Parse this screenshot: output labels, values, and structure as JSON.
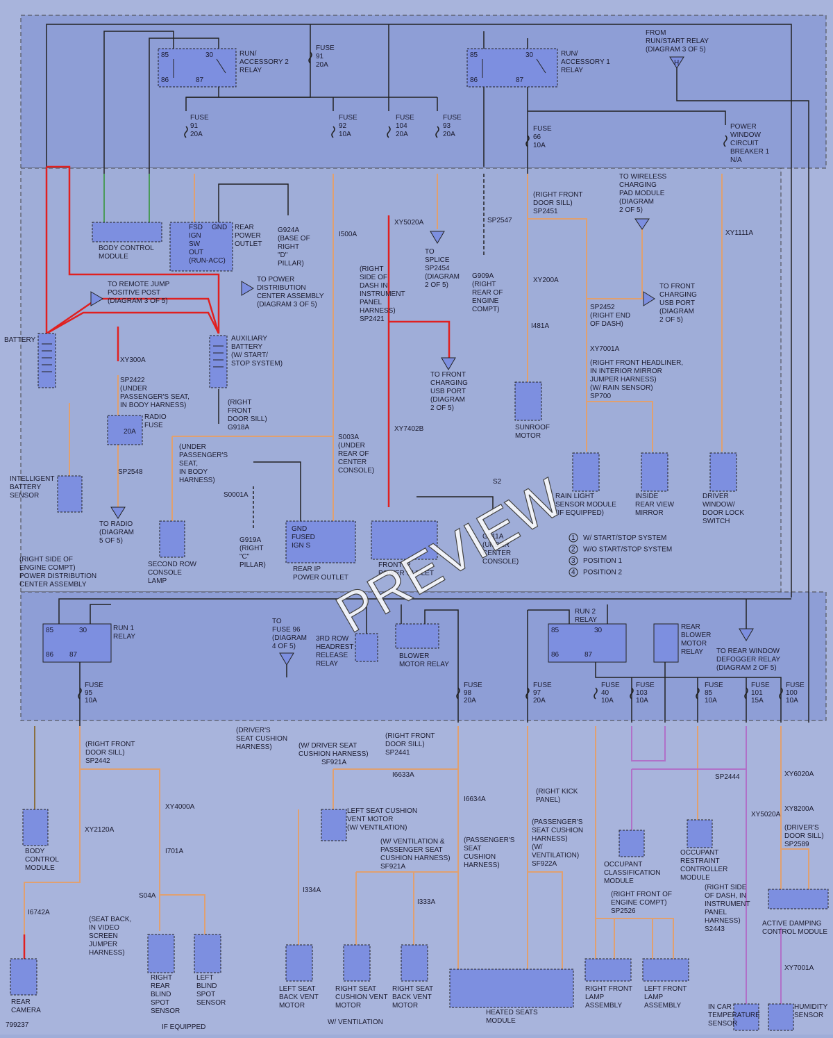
{
  "diagram_id": "799237",
  "watermark": "PREVIEW",
  "colors": {
    "page_bg": "#9fadd8",
    "pdc_bg": "#8e9ed6",
    "component_fill": "#7d8fe0",
    "wire_red": "#e02020",
    "wire_pink_yellow": "#e0a070",
    "wire_black": "#222222",
    "wire_green_blue": "#4a9a5a",
    "wire_pink_blue": "#b070c8",
    "wire_brown_orange": "#8a7040"
  },
  "top_labels": {
    "run_acc2_relay": [
      "RUN/",
      "ACCESSORY 2",
      "RELAY"
    ],
    "run_acc1_relay": [
      "RUN/",
      "ACCESSORY 1",
      "RELAY"
    ],
    "from_run_start": [
      "FROM",
      "RUN/START RELAY",
      "(DIAGRAM 3 OF 5)"
    ],
    "fuse91_top": [
      "FUSE",
      "91",
      "20A"
    ],
    "fuse91_low": [
      "FUSE",
      "91",
      "20A"
    ],
    "fuse92": [
      "FUSE",
      "92",
      "10A"
    ],
    "fuse104": [
      "FUSE",
      "104",
      "20A"
    ],
    "fuse93": [
      "FUSE",
      "93",
      "20A"
    ],
    "fuse66": [
      "FUSE",
      "66",
      "10A"
    ],
    "pw_breaker": [
      "POWER",
      "WINDOW",
      "CIRCUIT",
      "BREAKER 1",
      "N/A"
    ]
  },
  "upper_labels": {
    "body_control_module": [
      "BODY CONTROL",
      "MODULE"
    ],
    "rear_power_outlet": [
      "REAR",
      "POWER",
      "OUTLET"
    ],
    "fsd_box": [
      "FSD",
      "IGN",
      "SW",
      "OUT",
      "(RUN-ACC)"
    ],
    "gnd": "GND",
    "g924a": [
      "G924A",
      "(BASE OF",
      "RIGHT",
      "\"D\"",
      "PILLAR)"
    ],
    "i500a": "I500A",
    "xy5020a": "XY5020A",
    "right_side_dash": [
      "(RIGHT",
      "SIDE OF",
      "DASH IN",
      "INSTRUMENT",
      "PANEL",
      "HARNESS)",
      "SP2421"
    ],
    "to_splice": [
      "TO",
      "SPLICE",
      "SP2454",
      "(DIAGRAM",
      "2 OF 5)"
    ],
    "sp2547": "SP2547",
    "g909a": [
      "G909A",
      "(RIGHT",
      "REAR OF",
      "ENGINE",
      "COMPT)"
    ],
    "right_front_door_sill": [
      "(RIGHT FRONT",
      "DOOR SILL)",
      "SP2451"
    ],
    "wireless_charging": [
      "TO WIRELESS",
      "CHARGING",
      "PAD MODULE",
      "(DIAGRAM",
      "2 OF 5)"
    ],
    "xy1111a": "XY1111A",
    "xy200a": "XY200A",
    "i481a": "I481A",
    "sp2452": [
      "SP2452",
      "(RIGHT END",
      "OF DASH)"
    ],
    "to_front_charging_usb": [
      "TO FRONT",
      "CHARGING",
      "USB PORT",
      "(DIAGRAM",
      "2 OF 5)"
    ],
    "xy7001a": "XY7001A",
    "headliner": [
      "(RIGHT FRONT HEADLINER,",
      "IN INTERIOR MIRROR",
      "JUMPER HARNESS)",
      "(W/ RAIN SENSOR)",
      "SP700"
    ],
    "sunroof_motor": [
      "SUNROOF",
      "MOTOR"
    ],
    "rain_light": [
      "RAIN LIGHT",
      "SENSOR MODULE",
      "(IF EQUIPPED)"
    ],
    "inside_mirror": [
      "INSIDE",
      "REAR VIEW",
      "MIRROR"
    ],
    "driver_window": [
      "DRIVER",
      "WINDOW/",
      "DOOR LOCK",
      "SWITCH"
    ],
    "to_front_usb_2": [
      "TO FRONT",
      "CHARGING",
      "USB PORT",
      "(DIAGRAM",
      "2 OF 5)"
    ],
    "xy7402b": "XY7402B",
    "battery": "BATTERY",
    "to_remote_jump": [
      "TO REMOTE JUMP",
      "POSITIVE POST",
      "(DIAGRAM 3 OF 5)"
    ],
    "to_power_dist": [
      "TO POWER",
      "DISTRIBUTION",
      "CENTER ASSEMBLY",
      "(DIAGRAM 3 OF 5)"
    ],
    "aux_battery": [
      "AUXILIARY",
      "BATTERY",
      "(W/ START/",
      "STOP SYSTEM)"
    ],
    "g918a": [
      "(RIGHT",
      "FRONT",
      "DOOR SILL)",
      "G918A"
    ],
    "xy300a": "XY300A",
    "sp2422": [
      "SP2422",
      "(UNDER",
      "PASSENGER'S SEAT,",
      "IN BODY HARNESS)"
    ],
    "radio_fuse": [
      "RADIO",
      "FUSE"
    ],
    "radio_fuse_value": "20A",
    "intelligent_battery": [
      "INTELLIGENT",
      "BATTERY",
      "SENSOR"
    ],
    "sp2548": "SP2548",
    "to_radio": [
      "TO RADIO",
      "(DIAGRAM",
      "5 OF 5)"
    ],
    "under_pass_seat": [
      "(UNDER",
      "PASSENGER'S",
      "SEAT,",
      "IN BODY",
      "HARNESS)"
    ],
    "second_row_lamp": [
      "SECOND ROW",
      "CONSOLE",
      "LAMP"
    ],
    "s003a": [
      "S003A",
      "(UNDER",
      "REAR OF",
      "CENTER",
      "CONSOLE)"
    ],
    "s0001a": "S0001A",
    "g919a": [
      "G919A",
      "(RIGHT",
      "\"C\"",
      "PILLAR)"
    ],
    "rear_ip_box": [
      "GND",
      "FUSED",
      "IGN S"
    ],
    "rear_ip_outlet": [
      "REAR IP",
      "POWER OUTLET"
    ],
    "front_ip_outlet": [
      "FRONT IP",
      "POWER OUTLET"
    ],
    "g911a": [
      "G911A",
      "(UNDER",
      "CENTER",
      "CONSOLE)"
    ],
    "s2x": "S2",
    "legend": [
      "W/ START/STOP SYSTEM",
      "W/O START/STOP SYSTEM",
      "POSITION 1",
      "POSITION 2"
    ],
    "pdc_caption": [
      "(RIGHT SIDE OF",
      "ENGINE COMPT)",
      "POWER DISTRIBUTION",
      "CENTER ASSEMBLY"
    ]
  },
  "pdc_lower_labels": {
    "run1_relay": [
      "RUN 1",
      "RELAY"
    ],
    "to_fuse96": [
      "TO",
      "FUSE 96",
      "(DIAGRAM",
      "4 OF 5)"
    ],
    "headrest_relay": [
      "3RD ROW",
      "HEADREST",
      "RELEASE",
      "RELAY"
    ],
    "blower_relay": [
      "BLOWER",
      "MOTOR RELAY"
    ],
    "run2_relay": [
      "RUN 2",
      "RELAY"
    ],
    "rear_blower_relay": [
      "REAR",
      "BLOWER",
      "MOTOR",
      "RELAY"
    ],
    "to_rear_window": [
      "TO REAR WINDOW",
      "DEFOGGER RELAY",
      "(DIAGRAM 2 OF 5)"
    ],
    "fuses": [
      [
        "FUSE",
        "95",
        "10A"
      ],
      [
        "FUSE",
        "98",
        "20A"
      ],
      [
        "FUSE",
        "97",
        "20A"
      ],
      [
        "FUSE",
        "40",
        "10A"
      ],
      [
        "FUSE",
        "103",
        "10A"
      ],
      [
        "FUSE",
        "85",
        "10A"
      ],
      [
        "FUSE",
        "101",
        "15A"
      ],
      [
        "FUSE",
        "100",
        "10A"
      ]
    ]
  },
  "lower_labels": {
    "bcm": [
      "BODY",
      "CONTROL",
      "MODULE"
    ],
    "sp2442": [
      "(RIGHT FRONT",
      "DOOR SILL)",
      "SP2442"
    ],
    "xy2120a": "XY2120A",
    "xy4000a": "XY4000A",
    "i701a": "I701A",
    "i6742a": "I6742A",
    "s04a": "S04A",
    "seat_back": [
      "(SEAT BACK,",
      "IN VIDEO",
      "SCREEN",
      "JUMPER",
      "HARNESS)"
    ],
    "rear_camera": [
      "REAR",
      "CAMERA"
    ],
    "right_blind": [
      "RIGHT",
      "REAR",
      "BLIND",
      "SPOT",
      "SENSOR"
    ],
    "left_blind": [
      "LEFT",
      "BLIND",
      "SPOT",
      "SENSOR"
    ],
    "if_equipped": "IF EQUIPPED",
    "driver_cushion": [
      "(DRIVER'S",
      "SEAT CUSHION",
      "HARNESS)"
    ],
    "w_driver_seat": [
      "(W/ DRIVER SEAT",
      "CUSHION HARNESS)"
    ],
    "sf921a": "SF921A",
    "i6633a": "I6633A",
    "sp2441": [
      "(RIGHT FRONT",
      "DOOR SILL)",
      "SP2441"
    ],
    "left_cushion_motor": [
      "LEFT SEAT CUSHION",
      "VENT MOTOR",
      "(W/ VENTILATION)"
    ],
    "i6634a": "I6634A",
    "w_ventilation_harness": [
      "(W/ VENTILATION &",
      "PASSENGER SEAT",
      "CUSHION HARNESS)",
      "SF921A"
    ],
    "pass_cushion": [
      "(PASSENGER'S",
      "SEAT",
      "CUSHION",
      "HARNESS)"
    ],
    "pass_cushion2": [
      "(PASSENGER'S",
      "SEAT CUSHION",
      "HARNESS)",
      "(W/",
      "VENTILATION)",
      "SF922A"
    ],
    "i334a": "I334A",
    "i333a": "I333A",
    "left_back_vent": [
      "LEFT SEAT",
      "BACK VENT",
      "MOTOR"
    ],
    "right_cushion_vent": [
      "RIGHT SEAT",
      "CUSHION VENT",
      "MOTOR"
    ],
    "right_back_vent": [
      "RIGHT SEAT",
      "BACK VENT",
      "MOTOR"
    ],
    "w_ventilation": "W/ VENTILATION",
    "heated_seats": [
      "HEATED SEATS",
      "MODULE"
    ],
    "right_kick": [
      "(RIGHT KICK",
      "PANEL)"
    ],
    "occupant_class": [
      "OCCUPANT",
      "CLASSIFICATION",
      "MODULE"
    ],
    "occupant_restraint": [
      "OCCUPANT",
      "RESTRAINT",
      "CONTROLLER",
      "MODULE"
    ],
    "sp2444": "SP2444",
    "sp2526": [
      "(RIGHT FRONT OF",
      "ENGINE COMPT)",
      "SP2526"
    ],
    "right_front_lamp": [
      "RIGHT FRONT",
      "LAMP",
      "ASSEMBLY"
    ],
    "left_front_lamp": [
      "LEFT FRONT",
      "LAMP",
      "ASSEMBLY"
    ],
    "s2443": [
      "(RIGHT SIDE",
      "OF DASH, IN",
      "INSTRUMENT",
      "PANEL",
      "HARNESS)",
      "S2443"
    ],
    "xy5020a_v": "XY5020A",
    "xy6020a": "XY6020A",
    "xy8200a": "XY8200A",
    "sp2589": [
      "(DRIVER'S",
      "DOOR SILL)",
      "SP2589"
    ],
    "active_damping": [
      "ACTIVE DAMPING",
      "CONTROL MODULE"
    ],
    "xy7001a_low": "XY7001A",
    "in_car_temp": [
      "IN CAR",
      "TEMPERATURE",
      "SENSOR"
    ],
    "humidity": [
      "HUMIDITY",
      "SENSOR"
    ]
  }
}
